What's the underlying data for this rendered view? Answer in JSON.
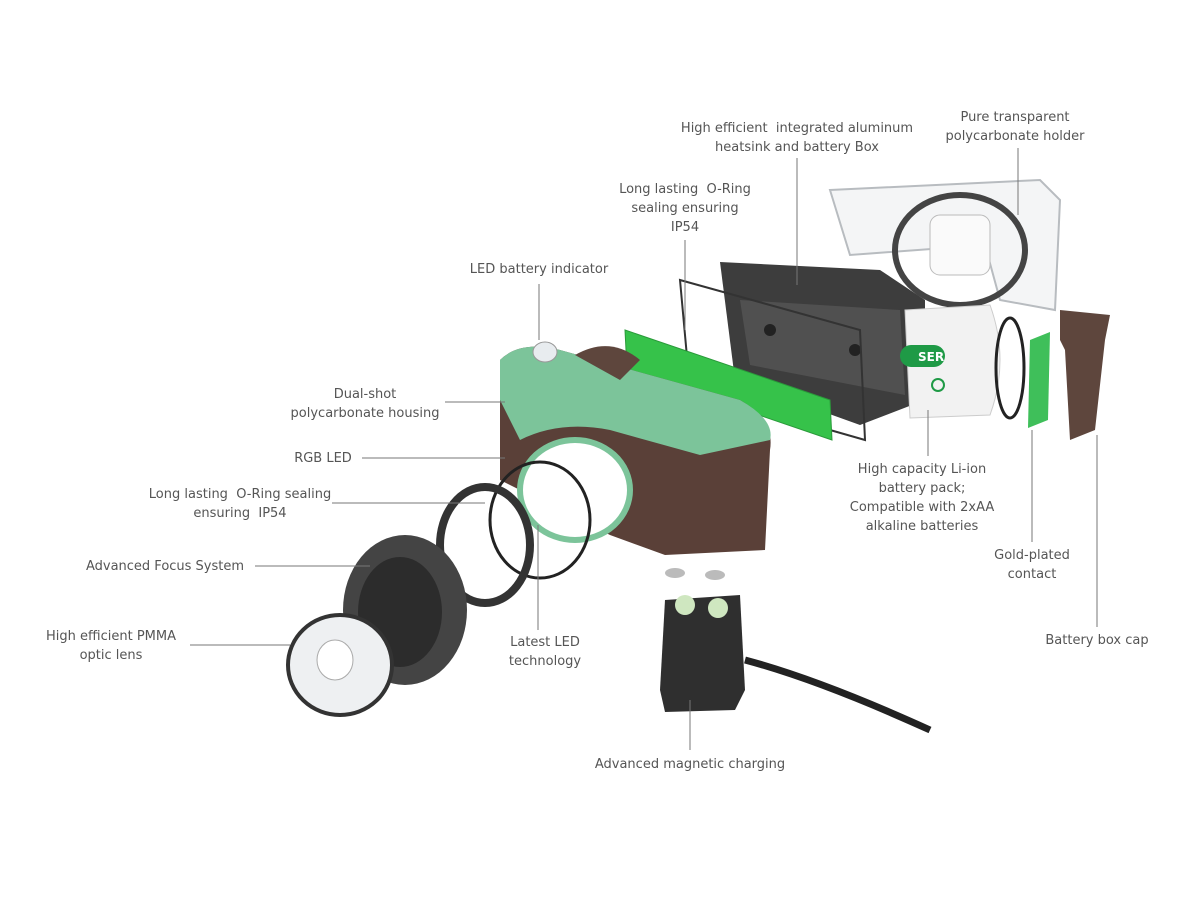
{
  "labels": {
    "heatsink": [
      "High efficient  integrated aluminum",
      "heatsink and battery Box"
    ],
    "holder": [
      "Pure transparent",
      "polycarbonate holder"
    ],
    "oring_top": [
      "Long lasting  O-Ring",
      "sealing ensuring",
      "IP54"
    ],
    "battery_indicator": [
      "LED battery indicator"
    ],
    "housing": [
      "Dual-shot",
      "polycarbonate housing"
    ],
    "rgb_led": [
      "RGB LED"
    ],
    "oring_front": [
      "Long lasting  O-Ring sealing",
      "ensuring  IP54"
    ],
    "focus": [
      "Advanced Focus System"
    ],
    "lens": [
      "High efficient PMMA",
      "optic lens"
    ],
    "led_tech": [
      "Latest LED",
      "technology"
    ],
    "charging": [
      "Advanced magnetic charging"
    ],
    "battery_pack": [
      "High capacity Li-ion",
      "battery pack;",
      "Compatible with 2xAA",
      "alkaline batteries"
    ],
    "contact": [
      "Gold-plated",
      "contact"
    ],
    "cap": [
      "Battery box cap"
    ]
  },
  "battery_brand_fragment": "SER",
  "colors": {
    "green": "#7cc49a",
    "pcb": "#36c24a",
    "brown": "#5a4038",
    "dark": "#3a3a3a",
    "text": "#555555"
  }
}
